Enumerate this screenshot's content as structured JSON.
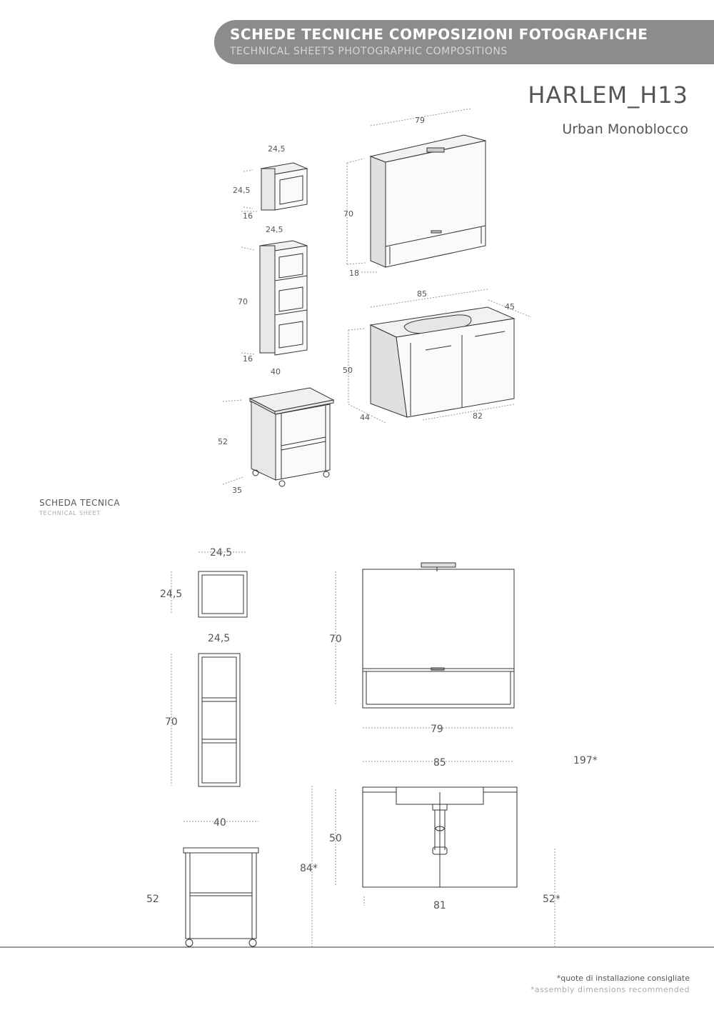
{
  "header": {
    "line1": "SCHEDE TECNICHE COMPOSIZIONI FOTOGRAFICHE",
    "line2": "TECHNICAL SHEETS PHOTOGRAPHIC COMPOSITIONS"
  },
  "product": {
    "name": "HARLEM_H13",
    "subtitle": "Urban Monoblocco"
  },
  "sheet": {
    "label": "SCHEDA TECNICA",
    "label_en": "TECHNICAL SHEET"
  },
  "iso": {
    "cube_w": "24,5",
    "cube_h": "24,5",
    "cube_d": "16",
    "col_w": "24,5",
    "col_h": "70",
    "col_d": "16",
    "trolley_w": "40",
    "trolley_h": "52",
    "trolley_d": "35",
    "mirror_w": "79",
    "mirror_h": "70",
    "mirror_d": "18",
    "vanity_w": "85",
    "vanity_d": "45",
    "vanity_h": "50",
    "vanity_base_d": "44",
    "vanity_base_w": "82"
  },
  "front": {
    "cube_w": "24,5",
    "cube_h": "24,5",
    "col_w": "24,5",
    "col_h": "70",
    "trolley_w": "40",
    "trolley_h": "52",
    "mirror_h": "70",
    "mirror_w": "79",
    "vanity_top_w": "85",
    "vanity_h": "50",
    "vanity_w": "81",
    "install_total": "197*",
    "install_vanity": "84*",
    "install_trolley": "52*"
  },
  "notes": {
    "it": "*quote di installazione consigliate",
    "en": "*assembly dimensions recommended"
  }
}
